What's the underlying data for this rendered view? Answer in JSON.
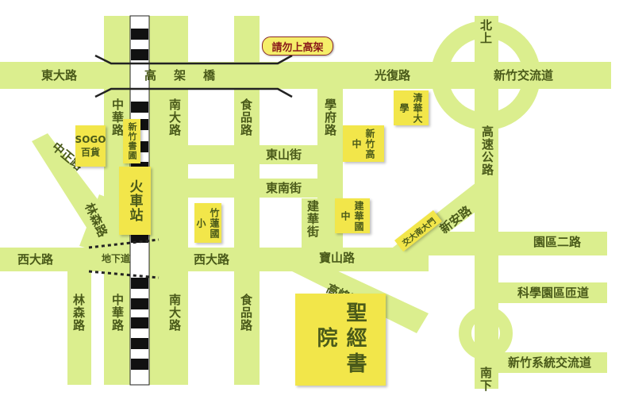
{
  "colors": {
    "road": "#dbee8e",
    "building": "#f2e64a",
    "label": "#4a5a1a",
    "warning": "#8a1a1a"
  },
  "warning_tag": "請勿上高架",
  "roads": {
    "dongda": "東大路",
    "gaojiaqiao": "高架橋",
    "guangfu": "光復路",
    "xinzhu_jiaoliu_top": "新竹交流道",
    "beishang": "北上",
    "zhonghua_n": "中華路",
    "nanda_n": "南大路",
    "shipin_n": "食品路",
    "xuefu": "學府路",
    "zhongzheng": "中正路",
    "dongshan": "東山街",
    "dongnan": "東南街",
    "gaosu": "高速公路",
    "linsen_diag": "林森路",
    "jianhua": "建華街",
    "xinan": "新安路",
    "yuanqu2": "園區二路",
    "xida_w": "西大路",
    "dixiadao": "地下道",
    "xida_e": "西大路",
    "baoshan": "寶山路",
    "gaofeng": "高峰路",
    "kexue": "科學園區匝道",
    "linsen_s": "林森路",
    "zhonghua_s": "中華路",
    "nanda_s": "南大路",
    "shipin_s": "食品路",
    "xitong_jiaoliu": "新竹系統交流道",
    "nanxia": "南下"
  },
  "places": {
    "sogo": "SOGO百貨",
    "xinzhu_shuyuan": "新竹書圃",
    "station": "火車站",
    "zhumeng": "竹蓮國小",
    "jianhua_zhong": "建華國中",
    "xinzhu_gaozhong": "新竹高中",
    "qinghua": "清華大學",
    "jiaoda": "交大南大門",
    "church": "聖經書院"
  }
}
